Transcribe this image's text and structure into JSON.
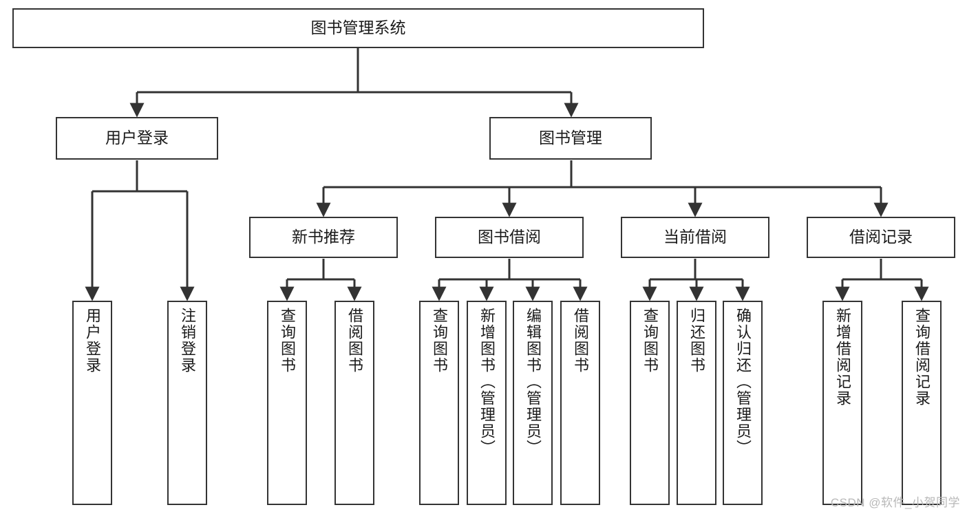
{
  "diagram": {
    "title": "图书管理系统",
    "watermark": "CSDN @软件_小贺同学",
    "colors": {
      "stroke": "#333333",
      "fill": "#ffffff",
      "text": "#1a1a1a",
      "watermark": "#b8b8b8"
    },
    "nodes": {
      "root": {
        "label": "图书管理系统"
      },
      "level2": [
        {
          "id": "user-login",
          "label": "用户登录"
        },
        {
          "id": "book-management",
          "label": "图书管理"
        }
      ],
      "level3": [
        {
          "id": "new-book-recommend",
          "label": "新书推荐"
        },
        {
          "id": "book-borrow",
          "label": "图书借阅"
        },
        {
          "id": "current-borrow",
          "label": "当前借阅"
        },
        {
          "id": "borrow-record",
          "label": "借阅记录"
        }
      ],
      "leaves": {
        "user_login": [
          {
            "id": "leaf-user-login",
            "label": "用户登录"
          },
          {
            "id": "leaf-logout-login",
            "label": "注销登录"
          }
        ],
        "new_book_recommend": [
          {
            "id": "leaf-query-book-1",
            "label": "查询图书"
          },
          {
            "id": "leaf-borrow-book-1",
            "label": "借阅图书"
          }
        ],
        "book_borrow": [
          {
            "id": "leaf-query-book-2",
            "label": "查询图书"
          },
          {
            "id": "leaf-add-book-admin",
            "label": "新增图书（管理员）"
          },
          {
            "id": "leaf-edit-book-admin",
            "label": "编辑图书（管理员）"
          },
          {
            "id": "leaf-borrow-book-2",
            "label": "借阅图书"
          }
        ],
        "current_borrow": [
          {
            "id": "leaf-query-book-3",
            "label": "查询图书"
          },
          {
            "id": "leaf-return-book",
            "label": "归还图书"
          },
          {
            "id": "leaf-confirm-return-admin",
            "label": "确认归还（管理员）"
          }
        ],
        "borrow_record": [
          {
            "id": "leaf-add-borrow-record",
            "label": "新增借阅记录"
          },
          {
            "id": "leaf-query-borrow-record",
            "label": "查询借阅记录"
          }
        ]
      }
    }
  }
}
